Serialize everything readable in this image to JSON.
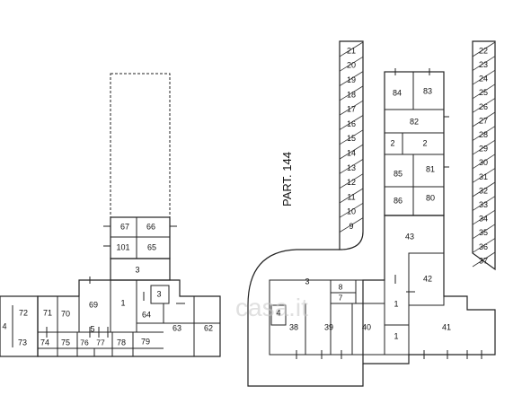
{
  "title": "PART. 144",
  "watermark": "casa.it",
  "left_block": {
    "rooms": {
      "r67": "67",
      "r66": "66",
      "r101": "101",
      "r65": "65",
      "r3a": "3",
      "r3b": "3",
      "r1": "1",
      "r69": "69",
      "r64": "64",
      "r63": "63",
      "r62": "62",
      "r79": "79",
      "r78": "78",
      "r77": "77",
      "r76": "76",
      "r75": "75",
      "r74": "74",
      "r73": "73",
      "r72": "72",
      "r71": "71",
      "r70": "70",
      "r5": "5",
      "r4": "4"
    }
  },
  "right_block": {
    "left_parking": [
      "21",
      "20",
      "19",
      "18",
      "17",
      "16",
      "15",
      "14",
      "13",
      "12",
      "11",
      "10",
      "9"
    ],
    "right_parking": [
      "22",
      "23",
      "24",
      "25",
      "26",
      "27",
      "28",
      "29",
      "30",
      "31",
      "32",
      "33",
      "34",
      "35",
      "36",
      "37"
    ],
    "rooms": {
      "r84": "84",
      "r83": "83",
      "r82": "82",
      "r2a": "2",
      "r2b": "2",
      "r85": "85",
      "r81": "81",
      "r86": "86",
      "r80": "80",
      "r43": "43",
      "r42": "42",
      "r3": "3",
      "r8": "8",
      "r7": "7",
      "r1a": "1",
      "r1b": "1",
      "r4": "4",
      "r38": "38",
      "r39": "39",
      "r40": "40",
      "r41": "41"
    }
  }
}
